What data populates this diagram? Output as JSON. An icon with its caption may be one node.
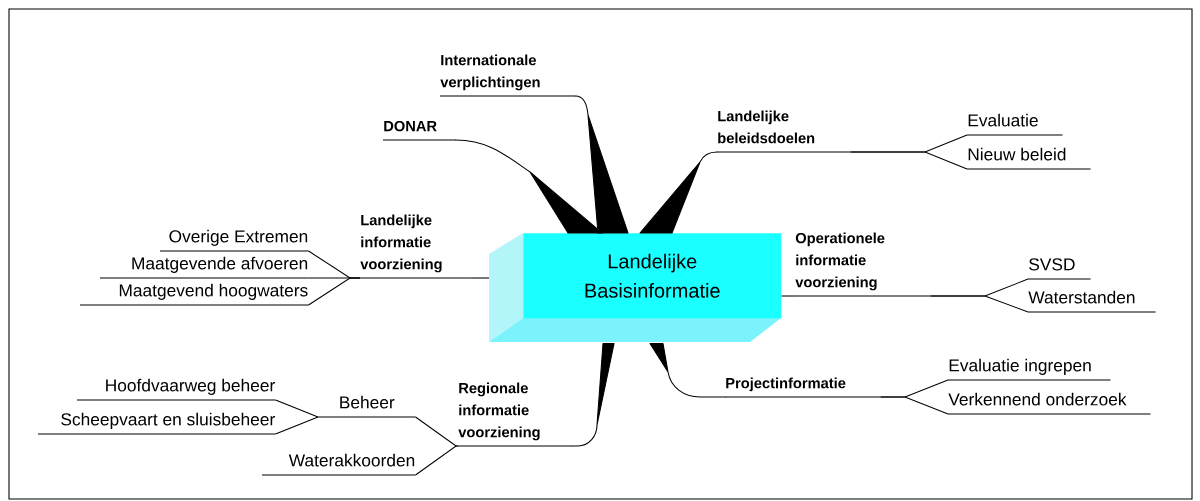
{
  "diagram": {
    "nodes": [
      {
        "text": [
          "Landelijke Basisinformatie"
        ]
      },
      {
        "text": [
          "Internationale verplichtingen"
        ]
      },
      {
        "text": [
          "DONAR"
        ]
      },
      {
        "text": [
          "Landelijke beleidsdoelen"
        ]
      },
      {
        "text": [
          "Evaluatie"
        ]
      },
      {
        "text": [
          "Nieuw beleid"
        ]
      },
      {
        "text": [
          "Landelijke informatie voorziening"
        ]
      },
      {
        "text": [
          "Overige Extremen"
        ]
      },
      {
        "text": [
          "Maatgevende afvoeren"
        ]
      },
      {
        "text": [
          "Maatgevend hoogwaters"
        ]
      },
      {
        "text": [
          "Operationele informatie voorziening"
        ]
      },
      {
        "text": [
          "SVSD"
        ]
      },
      {
        "text": [
          "Waterstanden"
        ]
      },
      {
        "text": [
          "Regionale informatie voorziening"
        ]
      },
      {
        "text": [
          "Beheer"
        ]
      },
      {
        "text": [
          "Hoofdvaarweg beheer"
        ]
      },
      {
        "text": [
          "Scheepvaart en sluisbeheer"
        ]
      },
      {
        "text": [
          "Waterakkoorden"
        ]
      },
      {
        "text": [
          "Projectinformatie"
        ]
      },
      {
        "text": [
          "Evaluatie ingrepen"
        ]
      },
      {
        "text": [
          "Verkennend onderzoek"
        ]
      }
    ],
    "edges": [
      {
        "from": 0,
        "to": 1,
        "arrow": "none",
        "style": "thick"
      },
      {
        "from": 0,
        "to": 2,
        "arrow": "none",
        "style": "thick"
      },
      {
        "from": 0,
        "to": 3,
        "arrow": "none",
        "style": "thick"
      },
      {
        "from": 3,
        "to": 4,
        "arrow": "none"
      },
      {
        "from": 3,
        "to": 5,
        "arrow": "none"
      },
      {
        "from": 0,
        "to": 6,
        "arrow": "none"
      },
      {
        "from": 6,
        "to": 7,
        "arrow": "none"
      },
      {
        "from": 6,
        "to": 8,
        "arrow": "none"
      },
      {
        "from": 6,
        "to": 9,
        "arrow": "none"
      },
      {
        "from": 0,
        "to": 10,
        "arrow": "none"
      },
      {
        "from": 10,
        "to": 11,
        "arrow": "none"
      },
      {
        "from": 10,
        "to": 12,
        "arrow": "none"
      },
      {
        "from": 0,
        "to": 13,
        "arrow": "none",
        "style": "thick"
      },
      {
        "from": 13,
        "to": 14,
        "arrow": "none"
      },
      {
        "from": 14,
        "to": 15,
        "arrow": "none"
      },
      {
        "from": 14,
        "to": 16,
        "arrow": "none"
      },
      {
        "from": 13,
        "to": 17,
        "arrow": "none"
      },
      {
        "from": 0,
        "to": 18,
        "arrow": "none",
        "style": "thick"
      },
      {
        "from": 18,
        "to": 19,
        "arrow": "none"
      },
      {
        "from": 18,
        "to": 20,
        "arrow": "none"
      }
    ]
  }
}
